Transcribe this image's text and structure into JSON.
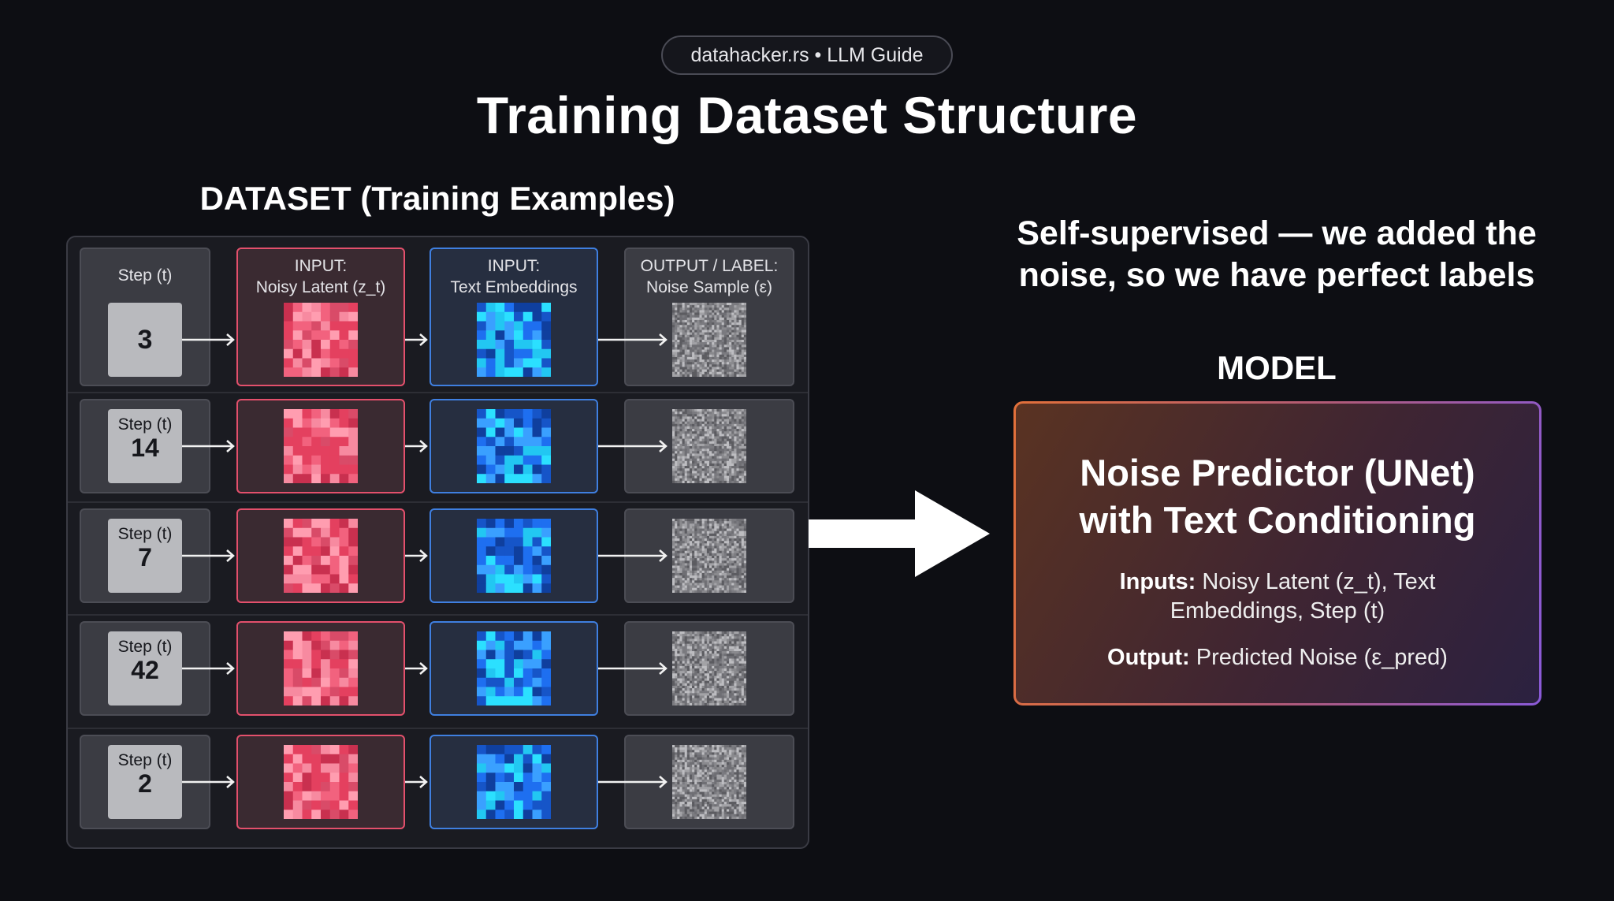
{
  "badge": "datahacker.rs • LLM Guide",
  "title": "Training Dataset Structure",
  "dataset": {
    "title": "DATASET (Training Examples)",
    "headers": {
      "step": "Step (t)",
      "latent": "INPUT:\nNoisy Latent (z_t)",
      "embed": "INPUT:\nText Embeddings",
      "noise": "OUTPUT / LABEL:\nNoise Sample (ε)"
    },
    "step_label": "Step (t)",
    "rows": [
      {
        "step": "3"
      },
      {
        "step": "14"
      },
      {
        "step": "7"
      },
      {
        "step": "42"
      },
      {
        "step": "2"
      }
    ]
  },
  "self_supervised": "Self-supervised — we added the noise, so we have perfect labels",
  "model": {
    "title": "MODEL",
    "name_line1": "Noise Predictor (UNet)",
    "name_line2": "with Text Conditioning",
    "inputs_key": "Inputs:",
    "inputs_value": " Noisy Latent (z_t), Text Embeddings, Step (t)",
    "output_key": "Output:",
    "output_value": " Predicted Noise (ε_pred)"
  },
  "colors": {
    "latent_border": "#e3506c",
    "embed_border": "#3f7fe0",
    "background": "#0d0e13"
  }
}
